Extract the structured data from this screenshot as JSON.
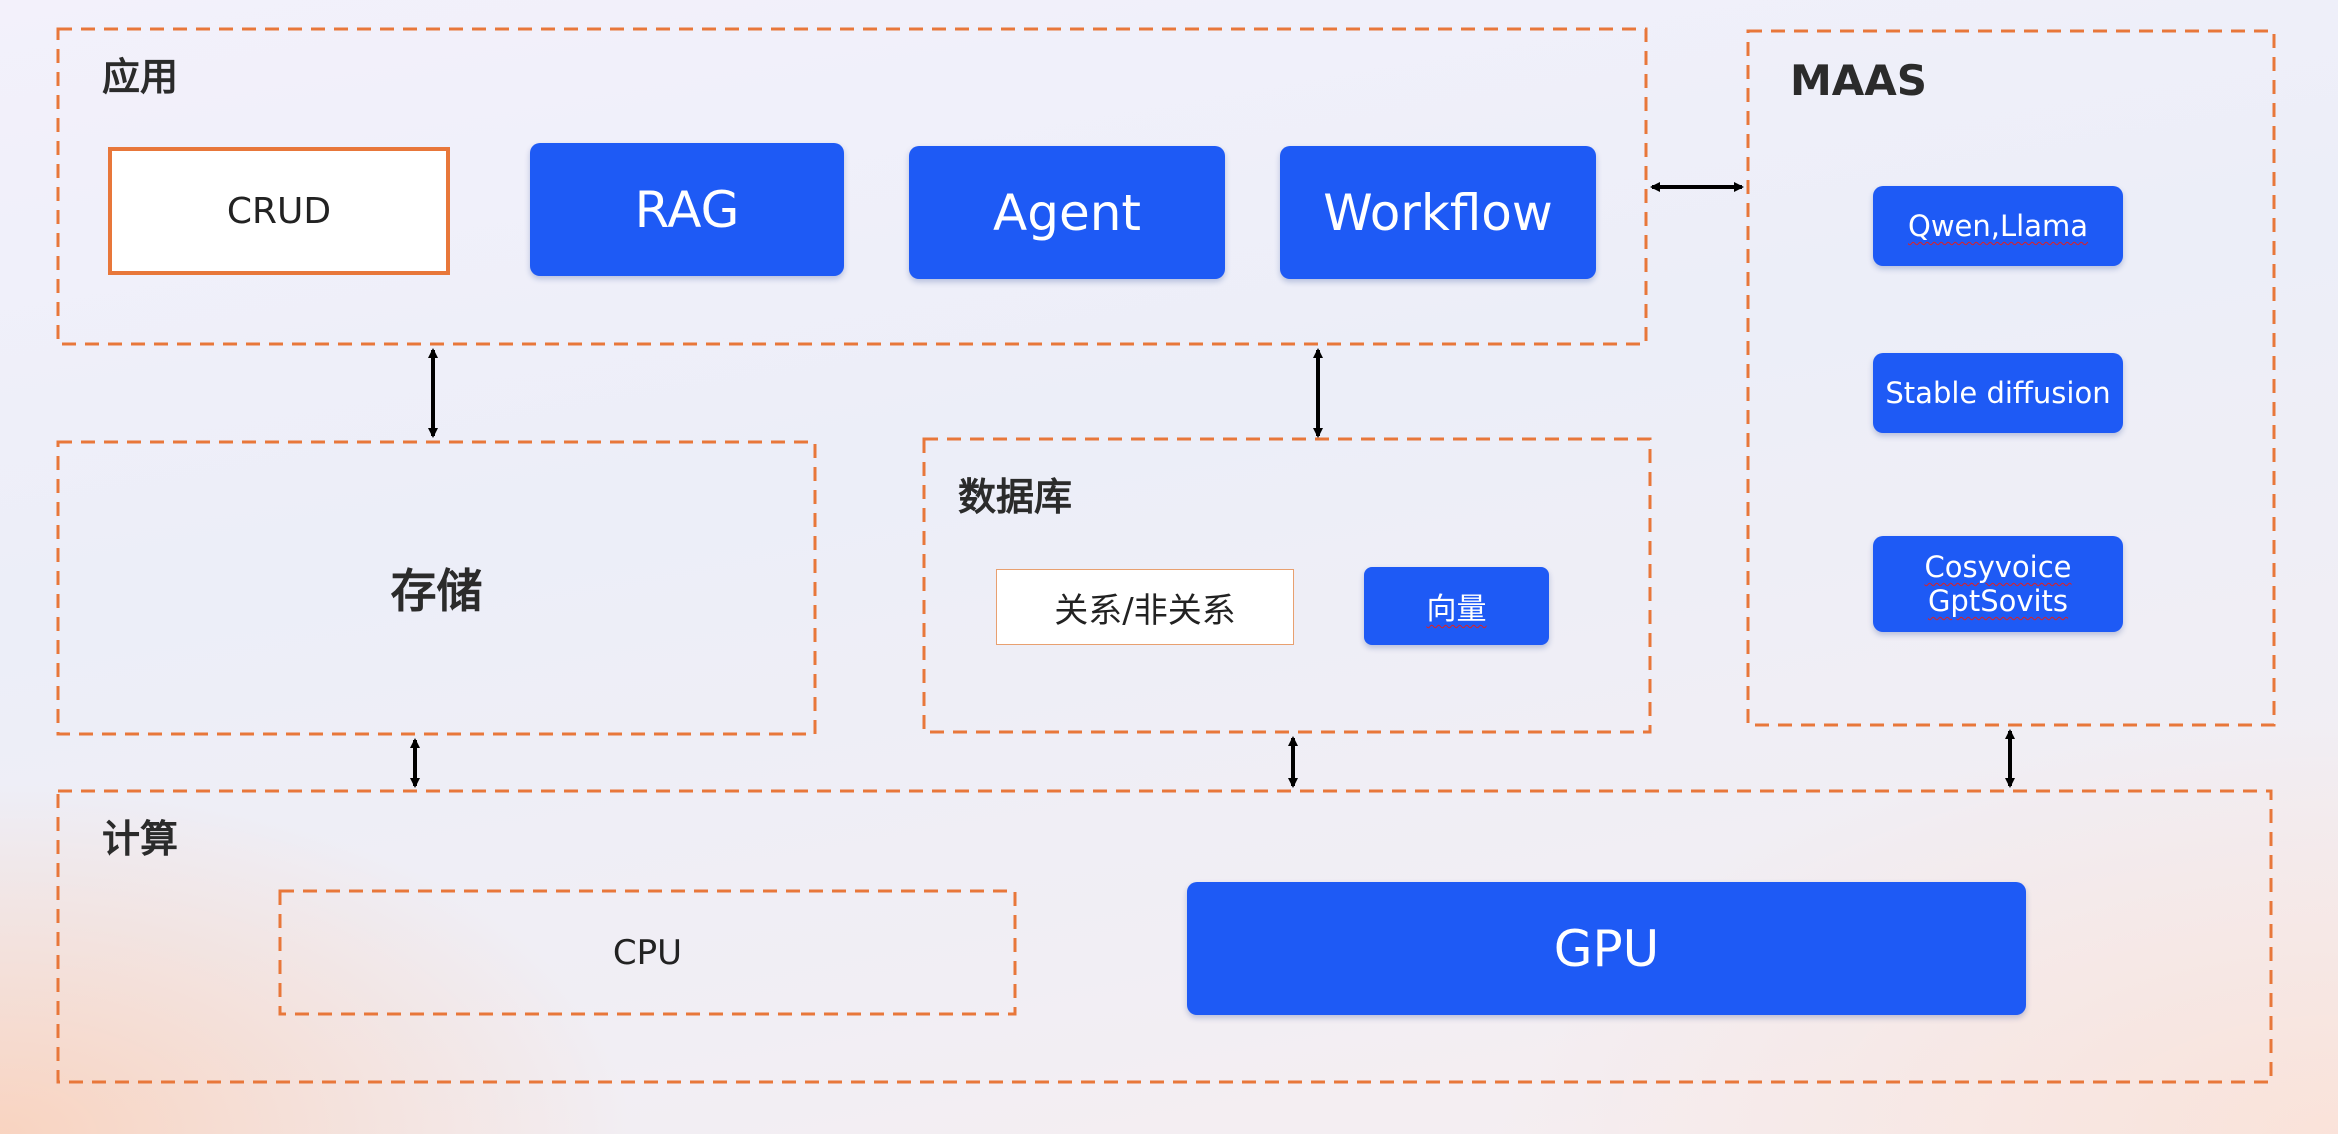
{
  "groups": {
    "app": {
      "title": "应用"
    },
    "maas": {
      "title": "MAAS"
    },
    "storage": {
      "title": "存储"
    },
    "database": {
      "title": "数据库"
    },
    "compute": {
      "title": "计算"
    }
  },
  "app_items": {
    "crud": "CRUD",
    "rag": "RAG",
    "agent": "Agent",
    "workflow": "Workflow"
  },
  "maas_items": {
    "qwen": "Qwen,Llama",
    "stable": "Stable diffusion",
    "cosyvoice_line1": "Cosyvoice",
    "cosyvoice_line2": "GptSovits"
  },
  "database_items": {
    "relational": "关系/非关系",
    "vector": "向量"
  },
  "compute_items": {
    "cpu": "CPU",
    "gpu": "GPU"
  },
  "colors": {
    "dashed_border": "#e8773a",
    "blue_box": "#1e5af5",
    "crud_border": "#e8773a",
    "arrow": "#000000"
  }
}
